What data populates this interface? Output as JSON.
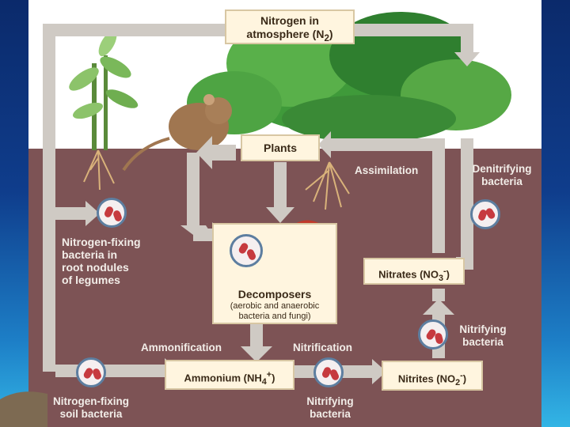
{
  "atmosphere": {
    "line1": "Nitrogen in",
    "line2": "atmosphere (N",
    "sub": "2",
    "close": ")"
  },
  "plants": "Plants",
  "assimilation": "Assimilation",
  "denitrifying": [
    "Denitrifying",
    "bacteria"
  ],
  "fixing_root": [
    "Nitrogen-fixing",
    "bacteria in",
    "root nodules",
    "of legumes"
  ],
  "decomposers": {
    "title": "Decomposers",
    "sub1": "(aerobic and anaerobic",
    "sub2": "bacteria and fungi)"
  },
  "nitrates": {
    "text": "Nitrates (NO",
    "sub": "3",
    "sup": "-",
    "close": ")"
  },
  "nitrifying_right": [
    "Nitrifying",
    "bacteria"
  ],
  "ammonification": "Ammonification",
  "nitrification": "Nitrification",
  "ammonium": {
    "text": "Ammonium (NH",
    "sub": "4",
    "sup": "+",
    "close": ")"
  },
  "nitrites": {
    "text": "Nitrites (NO",
    "sub": "2",
    "sup": "-",
    "close": ")"
  },
  "fixing_soil": [
    "Nitrogen-fixing",
    "soil bacteria"
  ],
  "nitrifying_bottom": [
    "Nitrifying",
    "bacteria"
  ],
  "colors": {
    "arrow": "#cfcac4",
    "box": "#fff5df",
    "soil": "#7d5355",
    "bacteria": "#c63a3f",
    "ring": "#5d7ea0"
  }
}
